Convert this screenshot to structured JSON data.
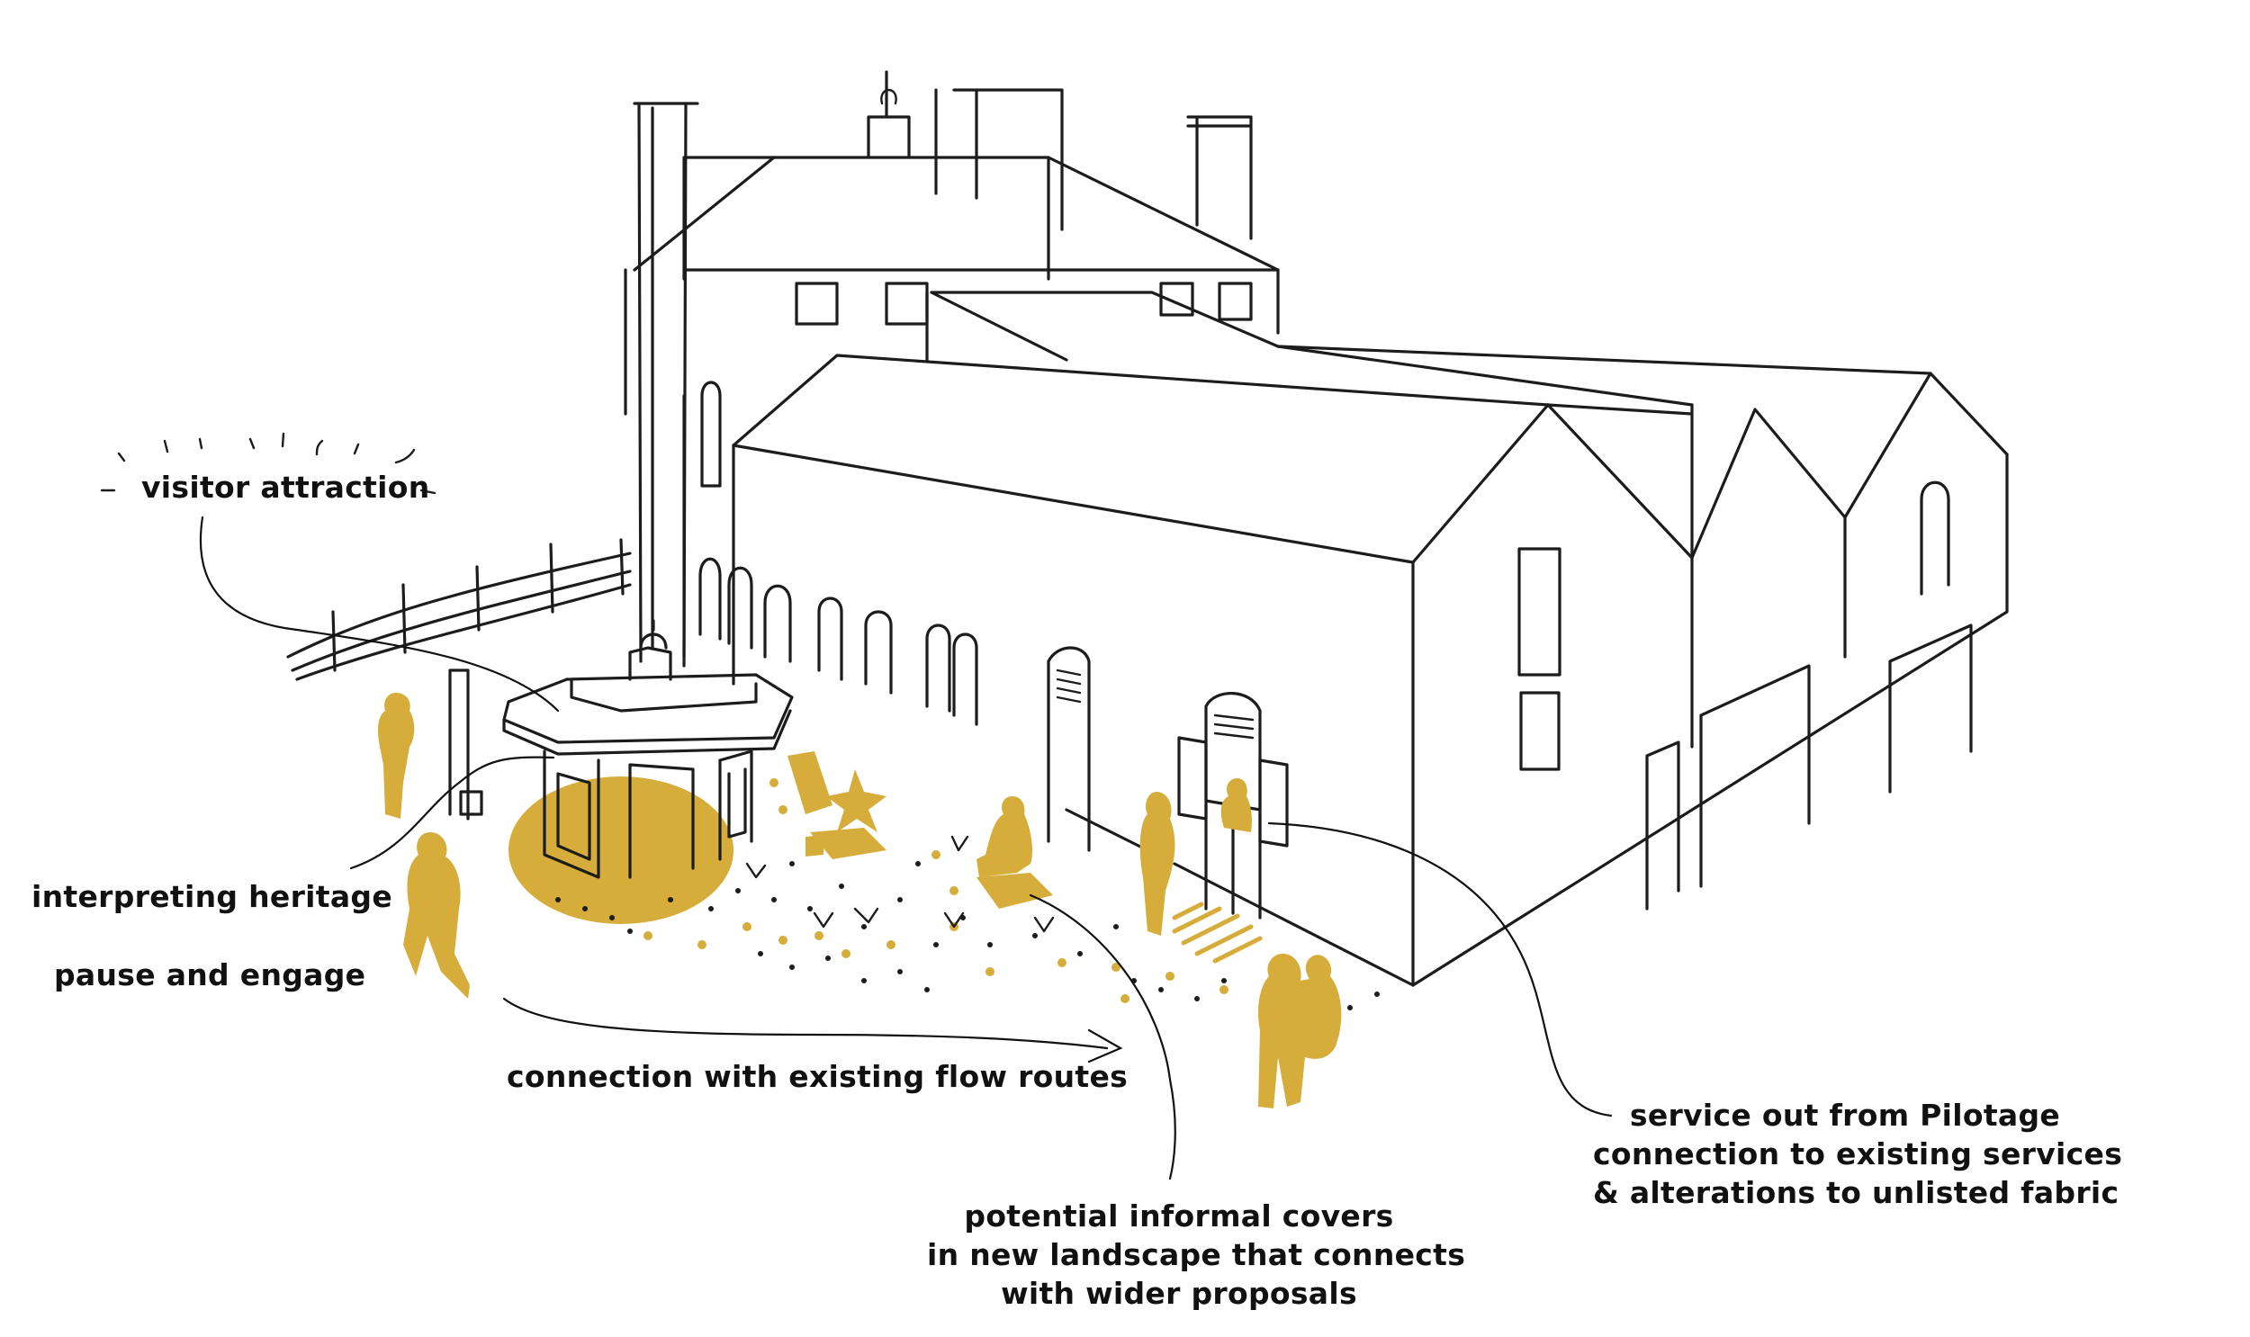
{
  "annotations": {
    "visitor_attraction": "visitor attraction",
    "interpreting_heritage": "interpreting heritage",
    "pause_and_engage": "pause and engage",
    "connection_flow": "connection with existing flow routes",
    "informal_covers": {
      "line1": "potential informal covers",
      "line2": "in new landscape that connects",
      "line3": "with wider proposals"
    },
    "service_out": {
      "line1": "service out from Pilotage",
      "line2": "connection to existing services",
      "line3": "& alterations to unlisted fabric"
    }
  },
  "colors": {
    "accent": "#d6ad3a",
    "ink": "#1c1c1c",
    "background": "#ffffff"
  }
}
